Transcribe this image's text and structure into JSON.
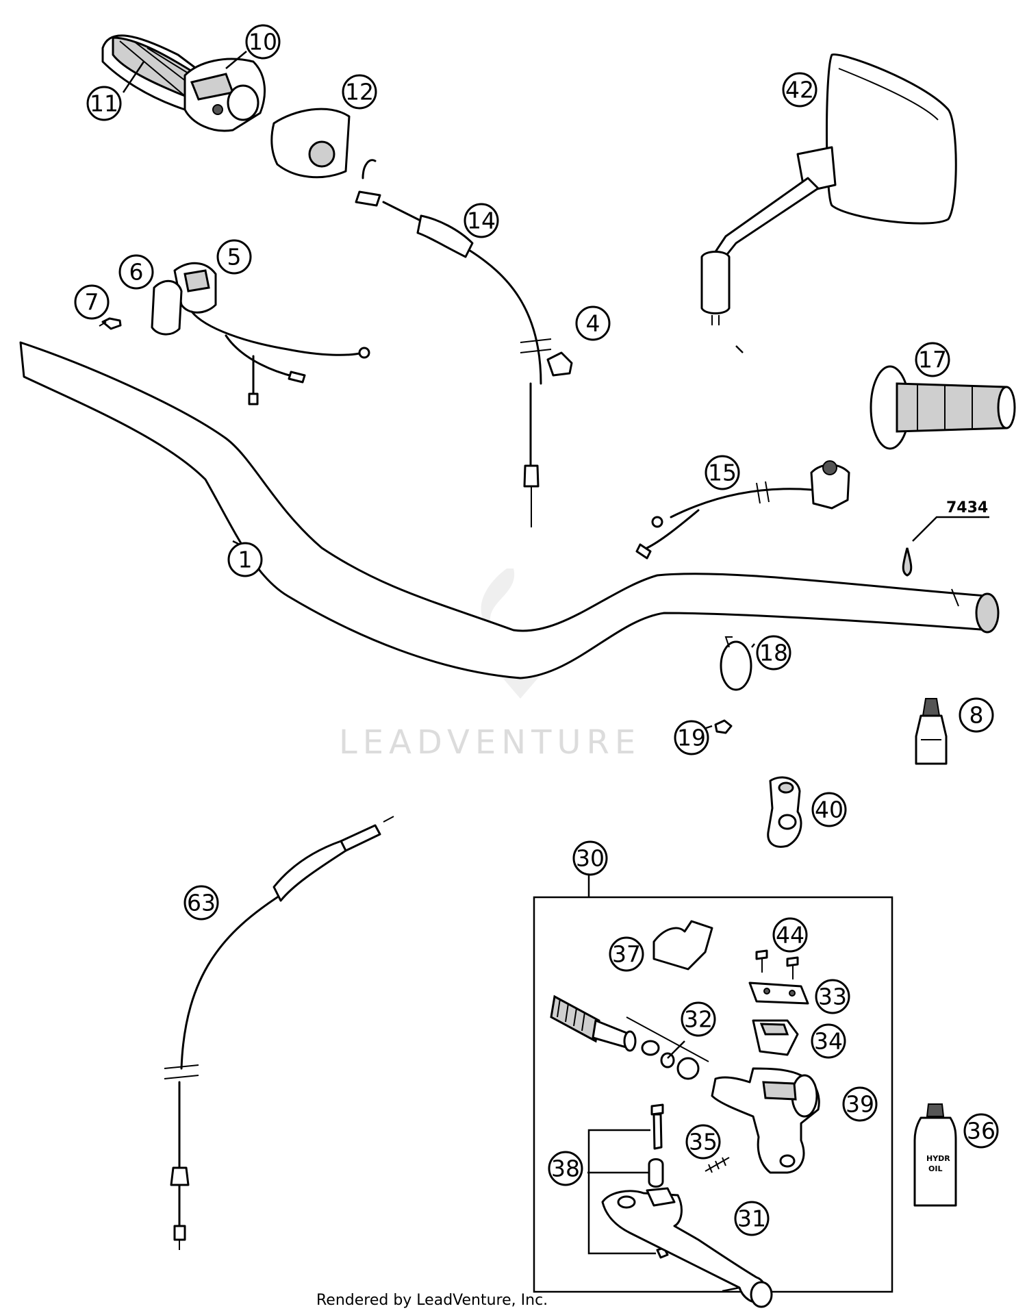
{
  "watermark": "LEADVENTURE",
  "footer": "Rendered by LeadVenture, Inc.",
  "callouts": [
    "1",
    "4",
    "5",
    "6",
    "7",
    "8",
    "10",
    "11",
    "12",
    "14",
    "15",
    "17",
    "18",
    "19",
    "30",
    "31",
    "32",
    "33",
    "34",
    "35",
    "36",
    "37",
    "38",
    "39",
    "40",
    "42",
    "44",
    "63"
  ],
  "code_label": "7434",
  "oil_label": [
    "HYDR",
    "OIL"
  ]
}
